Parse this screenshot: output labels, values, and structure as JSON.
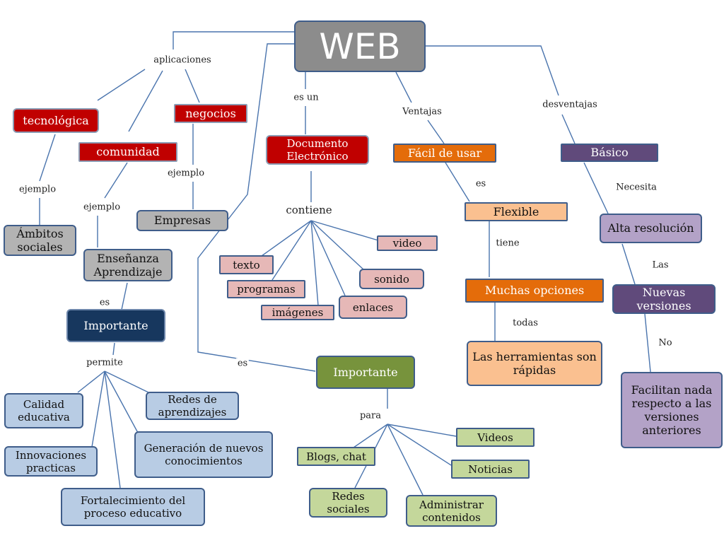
{
  "root": "WEB",
  "colors": {
    "connector": "#4a74ad",
    "root_fill": "#8c8c8c",
    "red": "#c00000",
    "navy": "#17375e",
    "olive": "#77933c",
    "orange": "#e46c0a",
    "purple": "#604a7b"
  },
  "aplicaciones": {
    "label": "aplicaciones",
    "tecnologica": "tecnológica",
    "comunidad": "comunidad",
    "negocios": "negocios",
    "ejemplo_1": "ejemplo",
    "ejemplo_2": "ejemplo",
    "ejemplo_3": "ejemplo",
    "ambitos": "Ámbitos sociales",
    "ensenanza": "Enseñanza Aprendizaje",
    "empresas": "Empresas",
    "es": "es",
    "importante": "Importante",
    "permite": "permite",
    "calidad": "Calidad educativa",
    "redes_aprendizajes": "Redes de aprendizajes",
    "innovaciones": "Innovaciones practicas",
    "generacion": "Generación de nuevos conocimientos",
    "fortalecimiento": "Fortalecimiento del proceso educativo"
  },
  "documento": {
    "es_un": "es un",
    "title": "Documento Electrónico",
    "contiene": "contiene",
    "texto": "texto",
    "programas": "programas",
    "imagenes": "imágenes",
    "enlaces": "enlaces",
    "sonido": "sonido",
    "video": "video"
  },
  "importante_web": {
    "es": "es",
    "title": "Importante",
    "para": "para",
    "blogs": "Blogs, chat",
    "videos": "Videos",
    "noticias": "Noticias",
    "redes_sociales": "Redes sociales",
    "administrar": "Administrar contenidos"
  },
  "ventajas": {
    "label": "Ventajas",
    "facil": "Fácil de usar",
    "es": "es",
    "flexible": "Flexible",
    "tiene": "tiene",
    "muchas": "Muchas  opciones",
    "todas": "todas",
    "herramientas": "Las herramientas son rápidas"
  },
  "desventajas": {
    "label": "desventajas",
    "basico": "Básico",
    "necesita": "Necesita",
    "alta": "Alta resolución",
    "las": "Las",
    "nuevas": "Nuevas versiones",
    "no": "No",
    "facilitan": "Facilitan nada respecto a las versiones anteriores"
  }
}
